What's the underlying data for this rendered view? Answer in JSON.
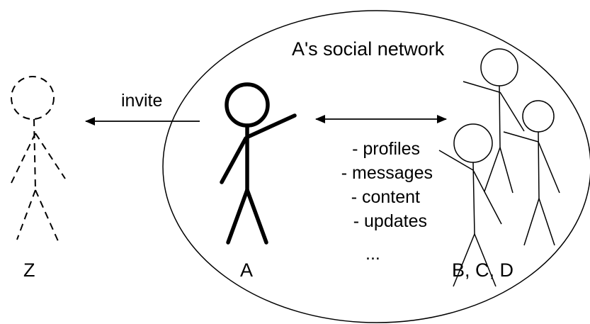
{
  "diagram": {
    "network_title": "A's social network",
    "invite_label": "invite",
    "shared_items": [
      "- profiles",
      "- messages",
      "- content",
      "- updates"
    ],
    "more_indicator": "...",
    "label_z": "Z",
    "label_a": "A",
    "label_bcd": "B, C, D"
  },
  "colors": {
    "stroke": "#000000",
    "background": "#ffffff"
  }
}
